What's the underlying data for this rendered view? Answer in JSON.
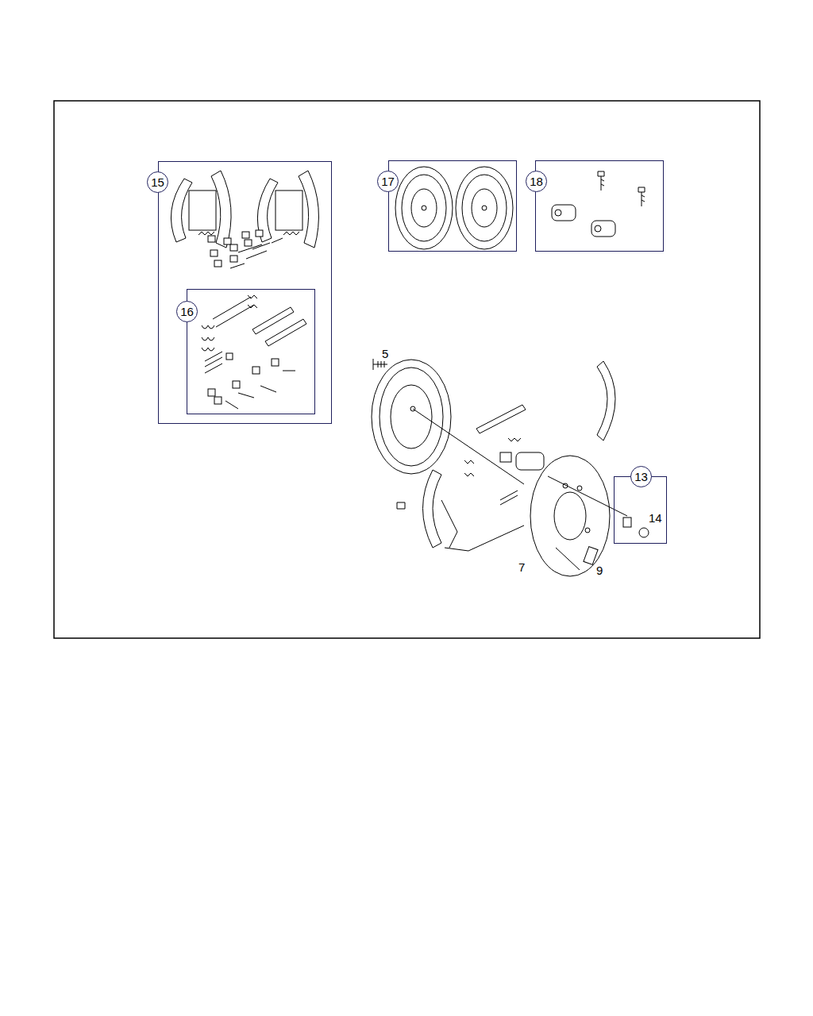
{
  "diagram": {
    "nodes": [
      {
        "text": [
          "15"
        ]
      },
      {
        "text": [
          "16"
        ],
        "in": 0
      },
      {
        "text": [
          "17"
        ]
      },
      {
        "text": [
          "18"
        ]
      },
      {
        "text": [
          "13",
          "14"
        ]
      }
    ],
    "labels": [
      "5",
      "7",
      "9"
    ]
  }
}
